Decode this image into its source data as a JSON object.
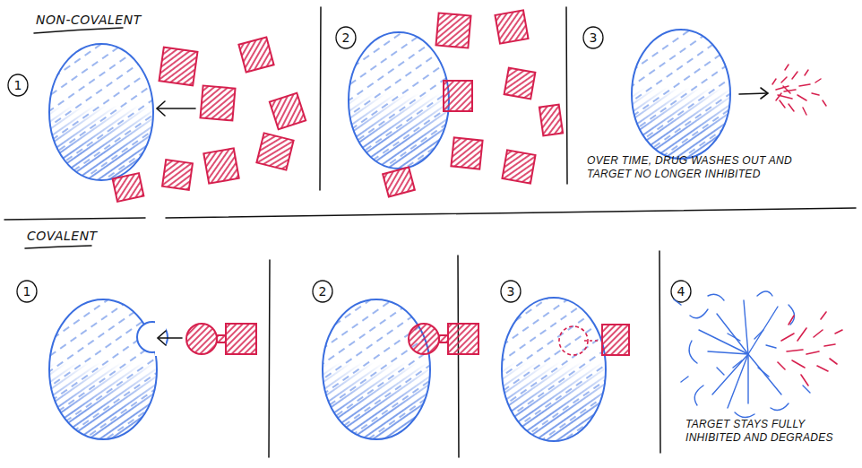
{
  "diagram": {
    "labels": [
      "NON-COVALENT",
      "1",
      "2",
      "3",
      "OVER TIME, DRUG WASHES OUT AND TARGET NO LONGER INHIBITED",
      "COVALENT",
      "1",
      "2",
      "3",
      "4",
      "TARGET STAYS FULLY INHIBITED AND DEGRADES"
    ]
  }
}
